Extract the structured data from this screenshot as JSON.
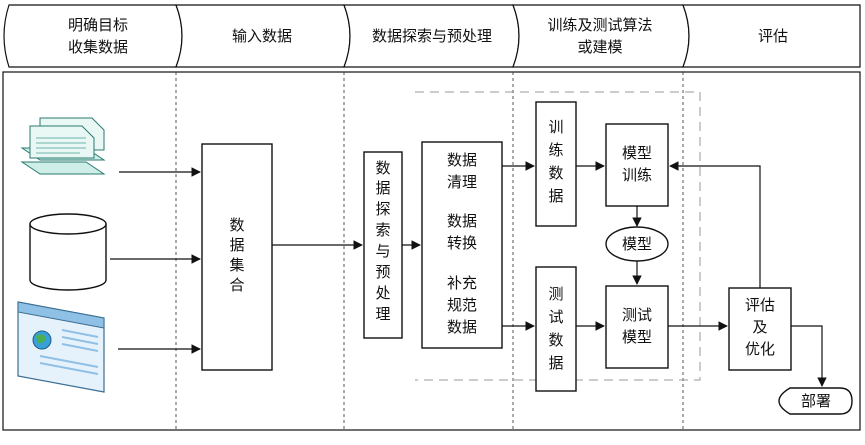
{
  "stages": [
    {
      "lines": [
        "明确目标",
        "收集数据"
      ]
    },
    {
      "lines": [
        "输入数据"
      ]
    },
    {
      "lines": [
        "数据探索与预处理"
      ]
    },
    {
      "lines": [
        "训练及测试算法",
        "或建模"
      ]
    },
    {
      "lines": [
        "评估"
      ]
    }
  ],
  "nodes": {
    "dataset": [
      "数",
      "据",
      "集",
      "合"
    ],
    "explore": [
      "数",
      "据",
      "探",
      "索",
      "与",
      "预",
      "处",
      "理"
    ],
    "preprocess": [
      "数据",
      "清理",
      "",
      "数据",
      "转换",
      "",
      "补充",
      "规范",
      "数据"
    ],
    "train_data": [
      "训",
      "练",
      "数",
      "据"
    ],
    "test_data": [
      "测",
      "试",
      "数",
      "据"
    ],
    "model_train": [
      "模型",
      "训练"
    ],
    "model": "模型",
    "model_test": [
      "测试",
      "模型"
    ],
    "evaluate": [
      "评估",
      "及",
      "优化"
    ],
    "deploy": "部署"
  },
  "icons": [
    "document-stack-icon",
    "database-cylinder-icon",
    "web-page-icon"
  ],
  "colors": {
    "stroke": "#111111",
    "doc_fill": "#cfeee8",
    "web_fill": "#e6f2fb",
    "web_bar": "#8fc0e6",
    "globe": "#3aa0d8"
  }
}
